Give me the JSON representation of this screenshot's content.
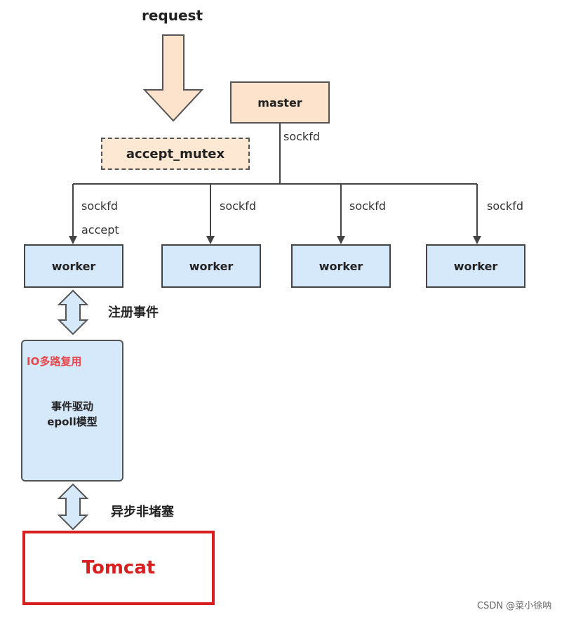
{
  "request_label": "request",
  "mutex_label": "accept_mutex",
  "master_label": "master",
  "master_sockfd": "sockfd",
  "workers": [
    {
      "label": "worker",
      "sockfd": "sockfd",
      "accept": "accept"
    },
    {
      "label": "worker",
      "sockfd": "sockfd"
    },
    {
      "label": "worker",
      "sockfd": "sockfd"
    },
    {
      "label": "worker",
      "sockfd": "sockfd"
    }
  ],
  "register_label": "注册事件",
  "io_box": {
    "title": "IO多路复用",
    "line1": "事件驱动",
    "line2": "epoll模型"
  },
  "async_label": "异步非堵塞",
  "tomcat_label": "Tomcat",
  "watermark": "CSDN @菜小徐呐",
  "colors": {
    "worker_fill": "#d6e9fb",
    "master_fill": "#fde3cb",
    "arrow_fill": "#fde3cb",
    "tomcat_border": "#d81e1e",
    "io_title": "#e8464b"
  }
}
